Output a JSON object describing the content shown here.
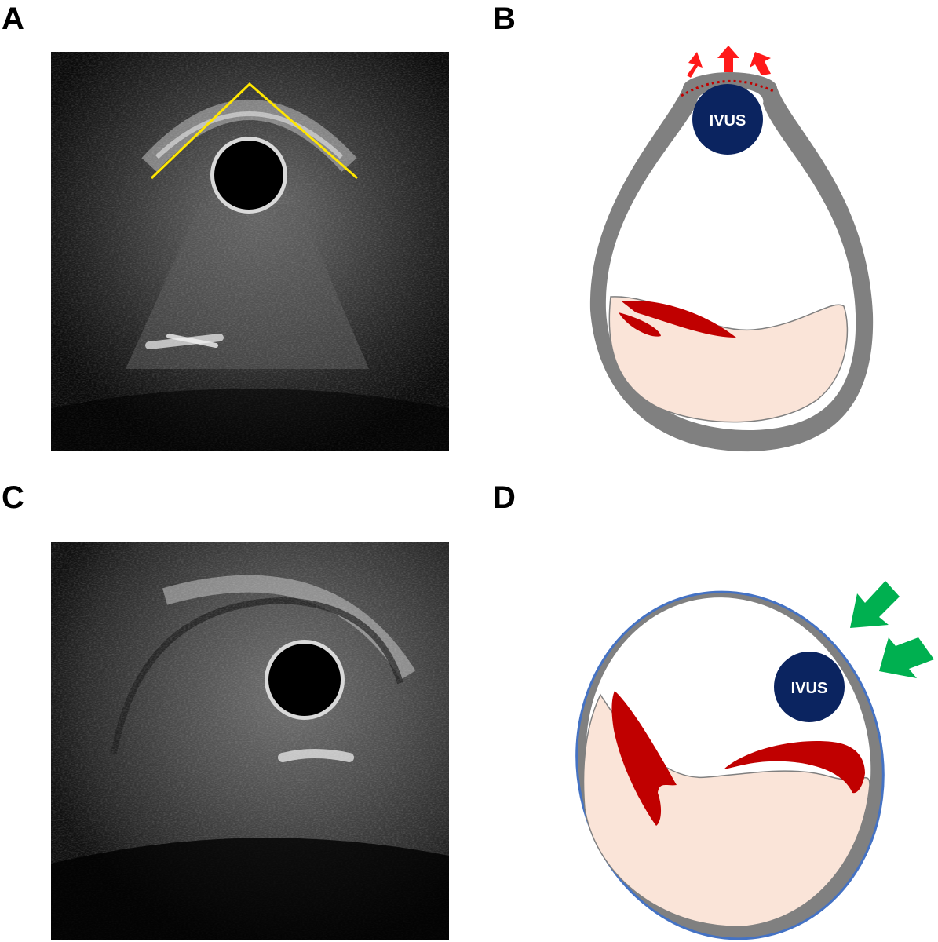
{
  "panels": {
    "a": {
      "label": "A"
    },
    "b": {
      "label": "B",
      "ivus_label": "IVUS"
    },
    "c": {
      "label": "C"
    },
    "d": {
      "label": "D",
      "ivus_label": "IVUS"
    }
  },
  "colors": {
    "ultrasound_background": "#000000",
    "vessel_wall": "#808080",
    "plaque": "#fae4d8",
    "thrombus": "#c00000",
    "ivus_catheter": "#0b2460",
    "guide_lines": "#ffe600",
    "expansion_arrows": "#ff0000",
    "compression_arrows": "#00b050",
    "outer_border": "#4472c4"
  }
}
